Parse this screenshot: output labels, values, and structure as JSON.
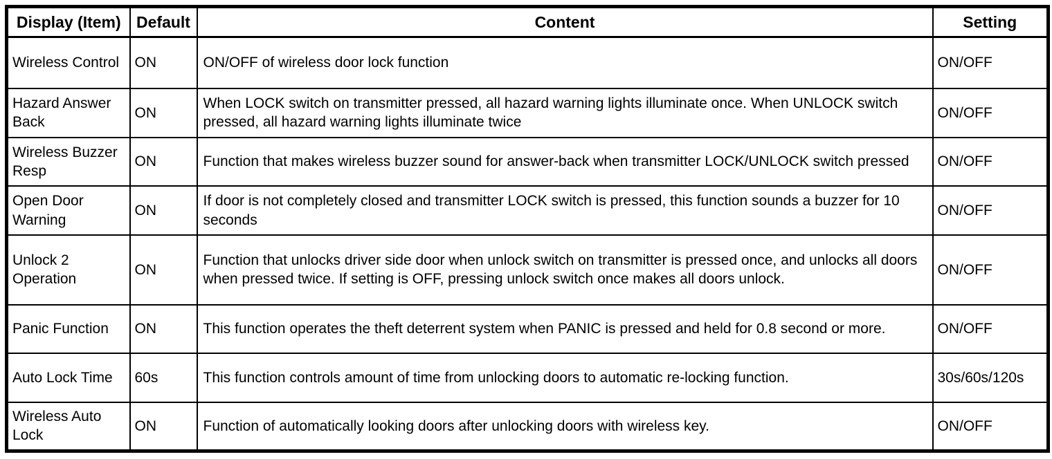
{
  "colors": {
    "background": "#ffffff",
    "text": "#000000",
    "border": "#000000"
  },
  "table": {
    "headers": [
      "Display (Item)",
      "Default",
      "Content",
      "Setting"
    ],
    "rows": [
      {
        "item": "Wireless Control",
        "default": "ON",
        "content": "ON/OFF of wireless door lock function",
        "setting": "ON/OFF"
      },
      {
        "item": "Hazard Answer Back",
        "default": "ON",
        "content": "When LOCK switch on transmitter pressed, all hazard warning lights illuminate once. When UNLOCK switch pressed, all hazard warning lights illuminate twice",
        "setting": "ON/OFF"
      },
      {
        "item": "Wireless Buzzer Resp",
        "default": "ON",
        "content": "Function that makes wireless buzzer sound for answer-back when transmitter LOCK/UNLOCK switch pressed",
        "setting": "ON/OFF"
      },
      {
        "item": "Open Door Warning",
        "default": "ON",
        "content": "If door is not completely closed and transmitter LOCK switch is pressed, this function sounds a buzzer for 10 seconds",
        "setting": "ON/OFF"
      },
      {
        "item": "Unlock 2 Operation",
        "default": "ON",
        "content": "Function that unlocks driver side door when unlock switch on transmitter is pressed once, and unlocks all doors when pressed twice. If setting is OFF, pressing unlock switch once makes all doors unlock.",
        "setting": "ON/OFF"
      },
      {
        "item": "Panic Function",
        "default": "ON",
        "content": "This function operates the theft deterrent system when PANIC is pressed and held for 0.8 second or more.",
        "setting": "ON/OFF"
      },
      {
        "item": "Auto Lock Time",
        "default": "60s",
        "content": "This function controls amount of time from unlocking doors to automatic re-locking function.",
        "setting": "30s/60s/120s"
      },
      {
        "item": "Wireless Auto Lock",
        "default": "ON",
        "content": "Function of automatically looking doors after unlocking doors with wireless key.",
        "setting": "ON/OFF"
      }
    ]
  }
}
